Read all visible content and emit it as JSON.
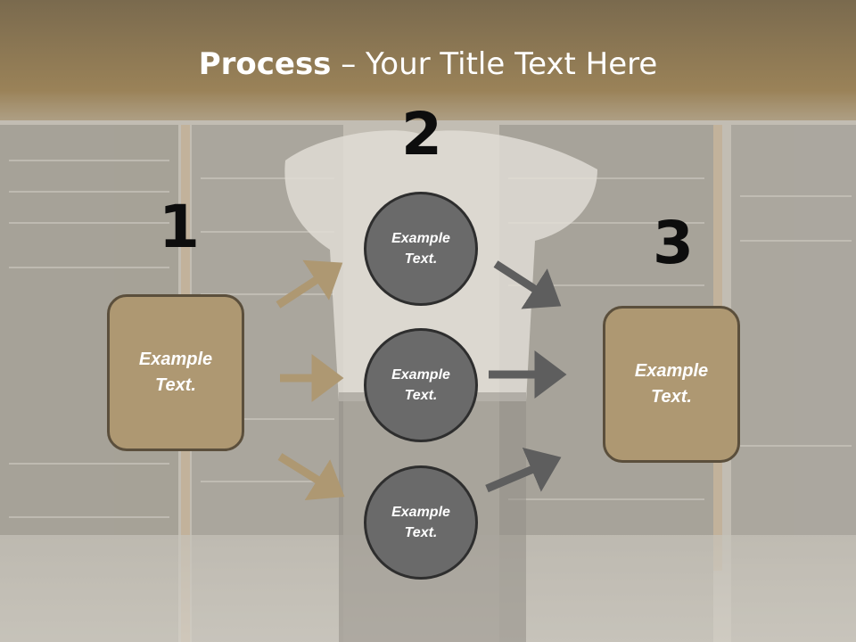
{
  "slide": {
    "title_bold": "Process",
    "title_rest": " – Your Title Text Here"
  },
  "steps": {
    "n1": "1",
    "n2": "2",
    "n3": "3"
  },
  "left_box": {
    "line1": "Example",
    "line2": "Text."
  },
  "right_box": {
    "line1": "Example",
    "line2": "Text."
  },
  "circles": [
    {
      "line1": "Example",
      "line2": "Text."
    },
    {
      "line1": "Example",
      "line2": "Text."
    },
    {
      "line1": "Example",
      "line2": "Text."
    }
  ],
  "colors": {
    "box_fill": "#ae9872",
    "circle_fill": "#6a6a6a",
    "left_arrows": "#ae9872",
    "right_arrows": "#5e5e5e",
    "header_band": "#8c7550"
  }
}
